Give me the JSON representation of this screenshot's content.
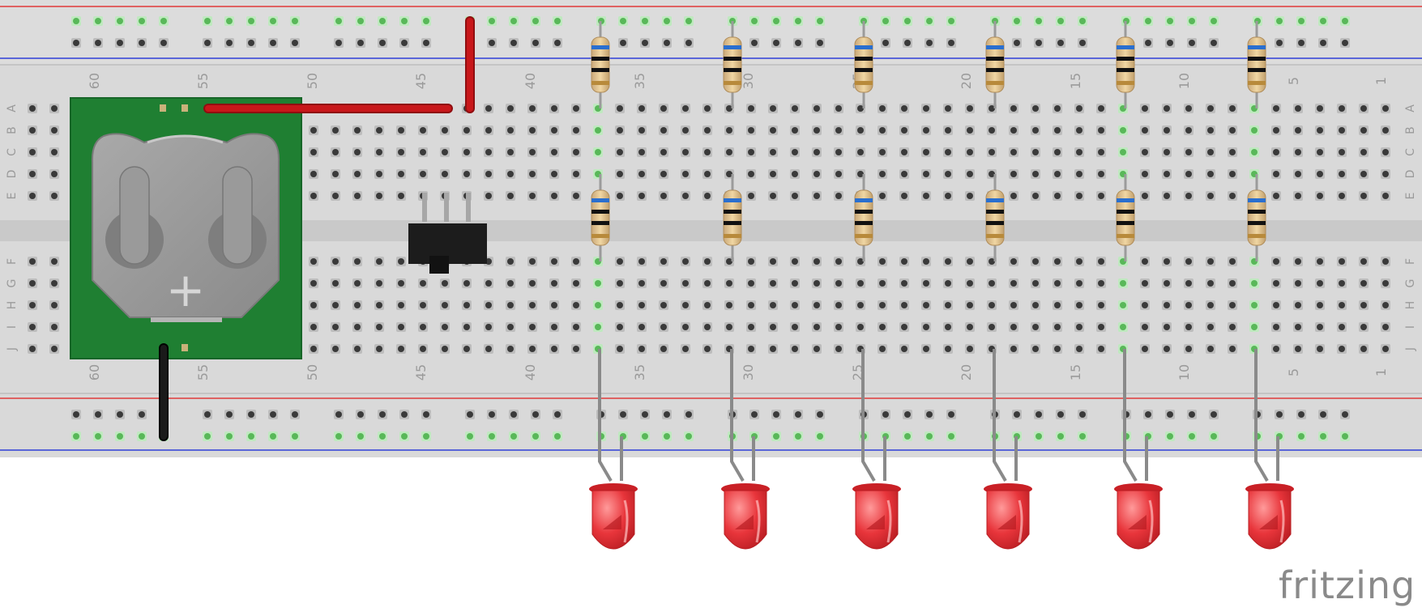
{
  "app": {
    "brand": "fritzing"
  },
  "breadboard": {
    "column_numbers": [
      "60",
      "55",
      "50",
      "45",
      "40",
      "35",
      "30",
      "25",
      "20",
      "15",
      "10",
      "5",
      "1"
    ],
    "row_letters_top": [
      "A",
      "B",
      "C",
      "D",
      "E"
    ],
    "row_letters_bottom": [
      "F",
      "G",
      "H",
      "I",
      "J"
    ]
  },
  "components": {
    "battery_holder": {
      "name": "coin cell battery holder",
      "polarity_mark": "+"
    },
    "switch": {
      "name": "slide switch"
    },
    "resistor_count": 12,
    "led_count": 6
  },
  "colors": {
    "board": "#d9d9d9",
    "board_channel": "#c9c9c9",
    "hole": "#3a3a3a",
    "hole_ring": "#bdbdbd",
    "active_hole": "#7fdc7f",
    "rail_red": "#e03a3a",
    "rail_blue": "#2f3fd8",
    "pcb_green": "#1f7f32",
    "wire_red": "#c8171a",
    "wire_black": "#1a1a1a",
    "led_red": "#e8353b",
    "logo": "#8a8a8a"
  }
}
